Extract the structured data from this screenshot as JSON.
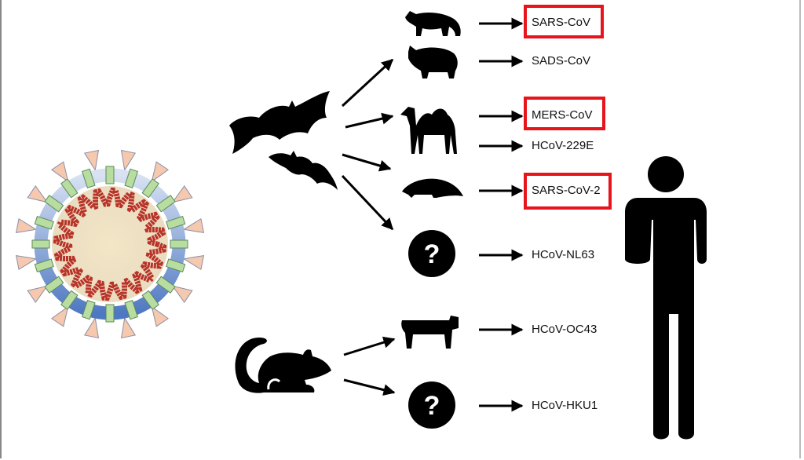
{
  "title": "Coronavirus origins and intermediate hosts",
  "colors": {
    "highlight": "#e8141b",
    "silhouette": "#000000",
    "envelope": "#5b84c8",
    "rna": "#b8332a"
  },
  "reservoirs": [
    {
      "name": "bat",
      "icon": "bat-icon"
    },
    {
      "name": "bat-small",
      "icon": "bat-icon"
    },
    {
      "name": "rodent",
      "icon": "rat-icon"
    }
  ],
  "hosts": [
    {
      "icon": "civet-icon",
      "virus": "SARS-CoV",
      "highlighted": true
    },
    {
      "icon": "pig-icon",
      "virus": "SADS-CoV",
      "highlighted": false
    },
    {
      "icon": "camel-icon",
      "virus": "MERS-CoV",
      "highlighted": true
    },
    {
      "icon": "camel-icon",
      "virus": "HCoV-229E",
      "highlighted": false
    },
    {
      "icon": "pangolin-icon",
      "virus": "SARS-CoV-2",
      "highlighted": true
    },
    {
      "icon": "question-icon",
      "virus": "HCoV-NL63",
      "highlighted": false
    },
    {
      "icon": "cow-icon",
      "virus": "HCoV-OC43",
      "highlighted": false
    },
    {
      "icon": "question-icon",
      "virus": "HCoV-HKU1",
      "highlighted": false
    }
  ],
  "target": {
    "icon": "human-icon"
  }
}
